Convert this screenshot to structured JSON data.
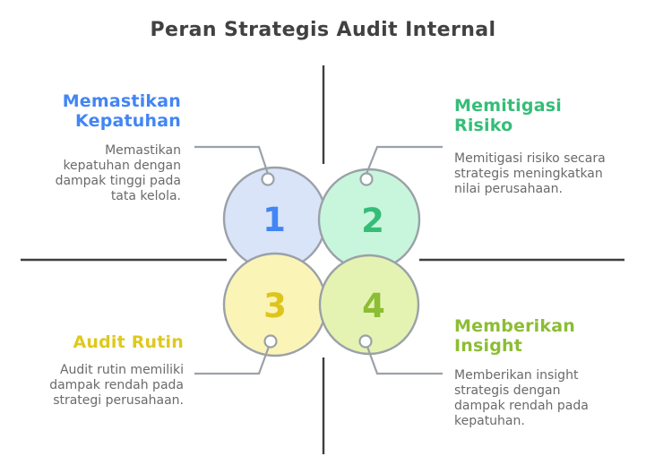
{
  "title": "Peran Strategis Audit Internal",
  "colors": {
    "title_text": "#414141",
    "body_text": "#6a6a6a",
    "axis_line": "#3e3e3e",
    "connector_line": "#9ba1a8",
    "circle_stroke": "#9ba1a8"
  },
  "quadrants": [
    {
      "number": "1",
      "heading_lines": [
        "Memastikan",
        "Kepatuhan"
      ],
      "body_lines": [
        "Memastikan",
        "kepatuhan dengan",
        "dampak tinggi pada",
        "tata kelola."
      ],
      "accent": "#4285f4",
      "circle_fill": "#d9e4f9"
    },
    {
      "number": "2",
      "heading_lines": [
        "Memitigasi",
        "Risiko"
      ],
      "body_lines": [
        "Memitigasi risiko secara",
        "strategis meningkatkan",
        "nilai perusahaan."
      ],
      "accent": "#35bd78",
      "circle_fill": "#c8f6dc"
    },
    {
      "number": "3",
      "heading_lines": [
        "Audit Rutin"
      ],
      "body_lines": [
        "Audit rutin memiliki",
        "dampak rendah pada",
        "strategi perusahaan."
      ],
      "accent": "#ddc51d",
      "circle_fill": "#fbf4b7"
    },
    {
      "number": "4",
      "heading_lines": [
        "Memberikan",
        "Insight"
      ],
      "body_lines": [
        "Memberikan insight",
        "strategis dengan",
        "dampak rendah pada",
        "kepatuhan."
      ],
      "accent": "#8cbd35",
      "circle_fill": "#e4f3b2"
    }
  ]
}
